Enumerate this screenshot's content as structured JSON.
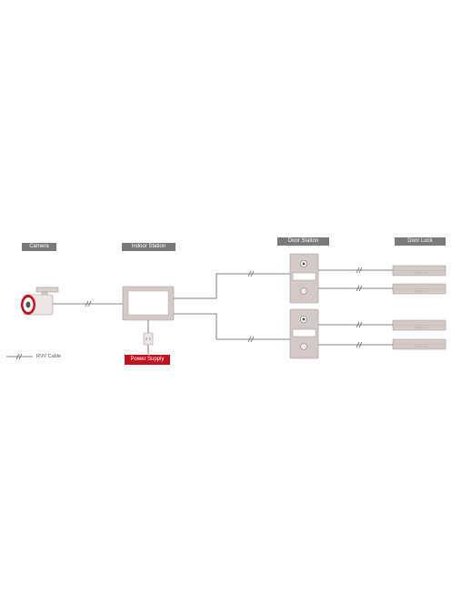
{
  "labels": {
    "camera": "Camera",
    "indoor_station": "Indoor Station",
    "door_station": "Door Station",
    "door_lock": "Door Lock",
    "power_supply": "Power Supply"
  },
  "legend": {
    "cable": "RVV Cable"
  },
  "colors": {
    "label_bg": "#7a7a7a",
    "power_supply_bg": "#c1121f",
    "device_body": "#d3c9c6",
    "device_outline": "#a49a97",
    "wire": "#5f5f5f"
  }
}
